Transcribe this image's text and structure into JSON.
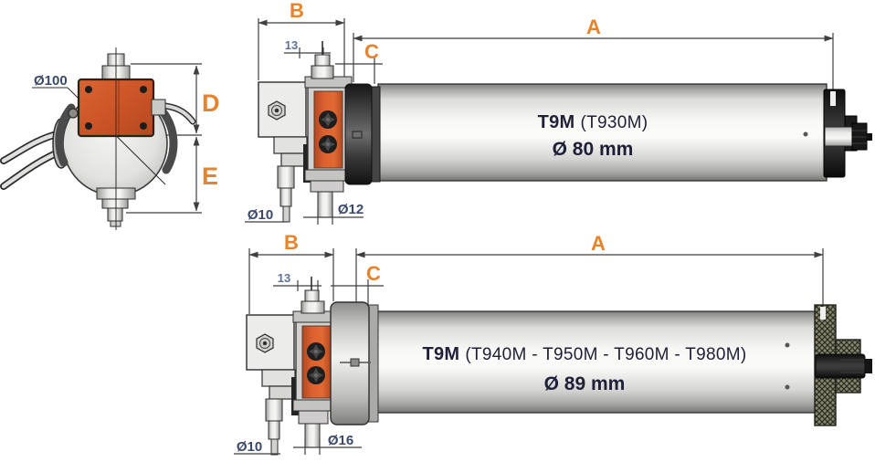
{
  "front_view": {
    "diameter_label": "Ø100",
    "dim_d": "D",
    "dim_e": "E"
  },
  "motor_t930": {
    "dim_a": "A",
    "dim_b": "B",
    "dim_c": "C",
    "offset_label": "13",
    "model_series": "T9M",
    "model_variants": "(T930M)",
    "diameter_label": "Ø 80 mm",
    "bracket_stub_label": "Ø10",
    "head_stub_label": "Ø12"
  },
  "motor_t940": {
    "dim_a": "A",
    "dim_b": "B",
    "dim_c": "C",
    "offset_label": "13",
    "model_series": "T9M",
    "model_variants": "(T940M - T950M - T960M - T980M)",
    "diameter_label": "Ø 89 mm",
    "bracket_stub_label": "Ø10",
    "head_stub_label": "Ø16"
  },
  "colors": {
    "dimension_accent": "#E8832B",
    "callout_navy": "#3A4A6B",
    "offset_blue": "#5F7396",
    "body_text": "#1F1F38",
    "junction_box_orange": "#CC5527"
  }
}
